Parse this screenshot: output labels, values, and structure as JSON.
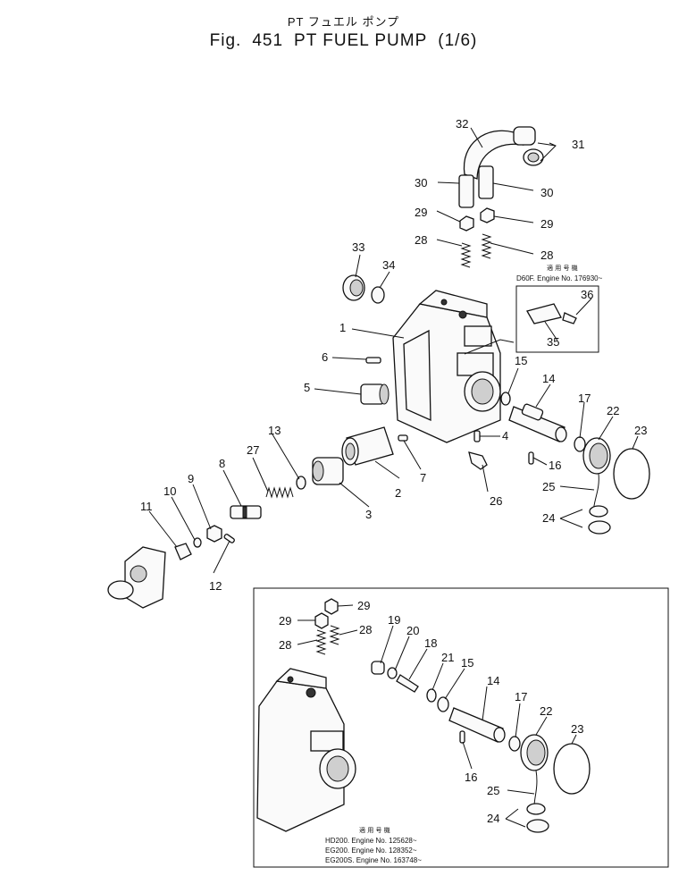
{
  "figure": {
    "title_jp": "PT フュエル ポンプ",
    "fig_label": "Fig.",
    "fig_number": "451",
    "title_en": "PT FUEL PUMP",
    "sheet": "(1/6)"
  },
  "callouts": {
    "c1": "1",
    "c2": "2",
    "c3": "3",
    "c4": "4",
    "c5": "5",
    "c6": "6",
    "c7": "7",
    "c8": "8",
    "c9": "9",
    "c10": "10",
    "c11": "11",
    "c12": "12",
    "c13": "13",
    "c14": "14",
    "c15": "15",
    "c16": "16",
    "c17": "17",
    "c22": "22",
    "c23": "23",
    "c24": "24",
    "c25": "25",
    "c26": "26",
    "c27": "27",
    "c28a": "28",
    "c28b": "28",
    "c29a": "29",
    "c29b": "29",
    "c30a": "30",
    "c30b": "30",
    "c31": "31",
    "c32": "32",
    "c33": "33",
    "c34": "34",
    "c35": "35",
    "c36": "36"
  },
  "inset_upper": {
    "note_jp": "適 用 号 機",
    "note_line": "D60F. Engine No. 176930~"
  },
  "inset_lower": {
    "callouts": {
      "c29a": "29",
      "c29b": "29",
      "c28a": "28",
      "c28b": "28",
      "c19": "19",
      "c20": "20",
      "c18": "18",
      "c21": "21",
      "c15": "15",
      "c14": "14",
      "c17": "17",
      "c22": "22",
      "c23": "23",
      "c16": "16",
      "c25": "25",
      "c24": "24"
    },
    "note_jp": "適 用 号 機",
    "note_lines": [
      "HD200. Engine No. 125628~",
      "EG200. Engine No. 128352~",
      "EG200S. Engine No. 163748~"
    ]
  }
}
